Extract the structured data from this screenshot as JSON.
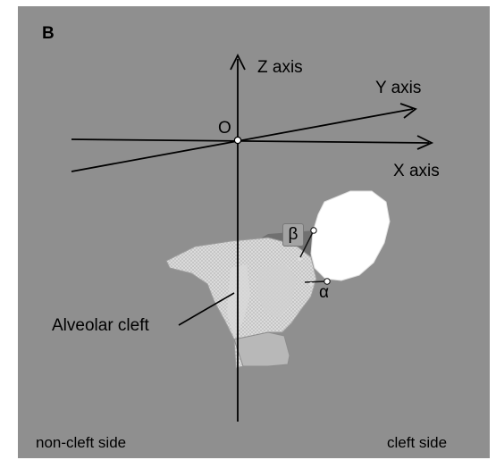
{
  "figure": {
    "panel_letter": "B",
    "axes": {
      "z_label": "Z axis",
      "y_label": "Y axis",
      "x_label": "X axis",
      "origin_label": "O"
    },
    "angles": {
      "beta_label": "β",
      "alpha_label": "α"
    },
    "annotations": {
      "alveolar_cleft_label": "Alveolar cleft"
    },
    "sides": {
      "non_cleft_label": "non-cleft side",
      "cleft_label": "cleft side"
    },
    "colors": {
      "background": "#8f8f8f",
      "axis_line": "#000000",
      "bone_model": "#c9c9c9",
      "cleft_region": "#ffffff"
    }
  }
}
